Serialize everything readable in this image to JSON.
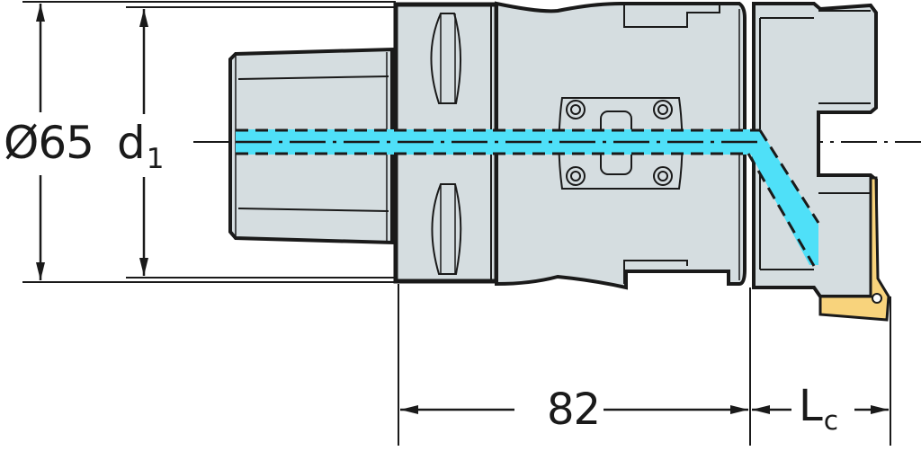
{
  "drawing": {
    "type": "technical-drawing",
    "subject": "Coromant Capto style cutting head with coolant channel",
    "colors": {
      "body_fill": "#d5dde0",
      "outline": "#1a1a1a",
      "coolant": "#4fe0f8",
      "insert": "#f8d37c",
      "background": "#ffffff"
    }
  },
  "dimensions": {
    "overall_diameter": {
      "symbol": "Ø",
      "value": "65",
      "label": "Ø65"
    },
    "coupling_diameter": {
      "base": "d",
      "subscript": "1"
    },
    "body_length": {
      "value": "82"
    },
    "cutting_length": {
      "base": "L",
      "subscript": "c"
    }
  }
}
